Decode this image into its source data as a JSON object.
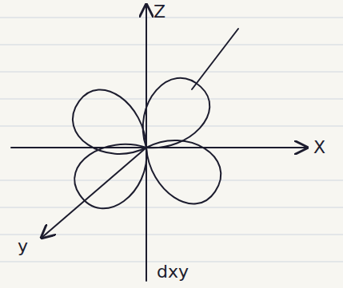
{
  "diagram": {
    "labels": [
      "Z",
      "X",
      "y",
      "dxy"
    ]
  }
}
